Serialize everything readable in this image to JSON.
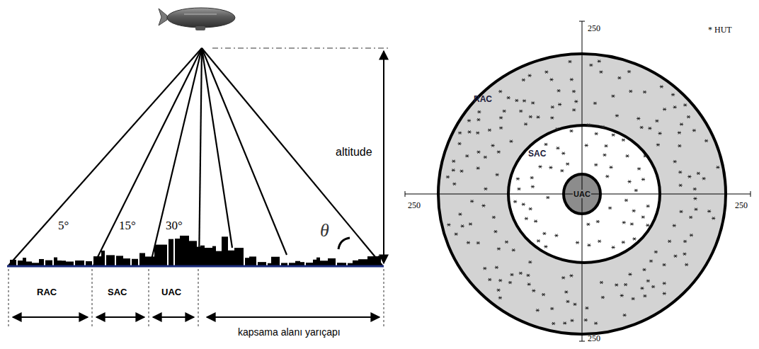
{
  "diagram": {
    "nodes": [
      {
        "text": [
          "RAC"
        ]
      },
      {
        "text": [
          "SAC"
        ],
        "in": 0
      },
      {
        "text": [
          "UAC"
        ],
        "in": 1
      }
    ],
    "labels": [
      "5°",
      "15°",
      "30°",
      "θ",
      "altitude",
      "RAC",
      "SAC",
      "UAC",
      "kapsama alanı yarıçapı",
      "250",
      "250",
      "250",
      "250",
      "* HUT"
    ]
  }
}
